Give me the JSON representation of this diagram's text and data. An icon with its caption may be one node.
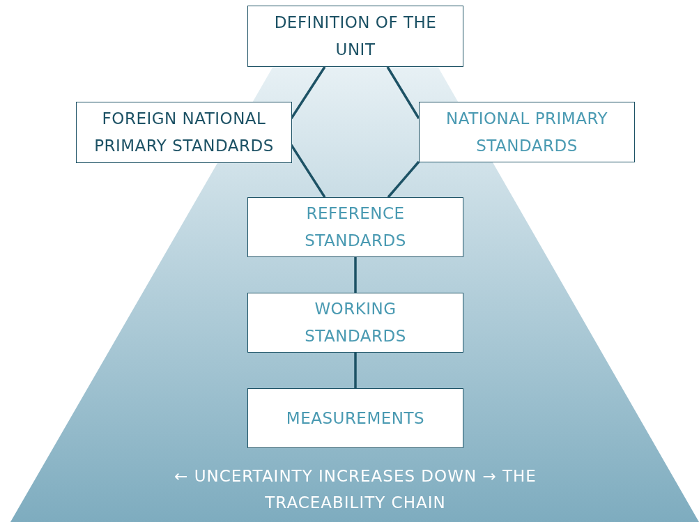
{
  "diagram": {
    "nodes": [
      {
        "text": [
          "DEFINITION OF THE UNIT"
        ]
      },
      {
        "text": [
          "FOREIGN NATIONAL PRIMARY STANDARDS"
        ]
      },
      {
        "text": [
          "NATIONAL PRIMARY STANDARDS"
        ]
      },
      {
        "text": [
          "REFERENCE STANDARDS"
        ]
      },
      {
        "text": [
          "WORKING STANDARDS"
        ]
      },
      {
        "text": [
          "MEASUREMENTS"
        ]
      }
    ],
    "edges": [
      {
        "from": 0,
        "to": 1,
        "arrow": "none"
      },
      {
        "from": 0,
        "to": 2,
        "arrow": "none"
      },
      {
        "from": 1,
        "to": 3,
        "arrow": "none"
      },
      {
        "from": 2,
        "to": 3,
        "arrow": "none"
      },
      {
        "from": 3,
        "to": 4,
        "arrow": "none"
      },
      {
        "from": 4,
        "to": 5,
        "arrow": "none"
      }
    ],
    "labels": [
      "← UNCERTAINTY INCREASES DOWN → THE TRACEABILITY CHAIN"
    ]
  }
}
